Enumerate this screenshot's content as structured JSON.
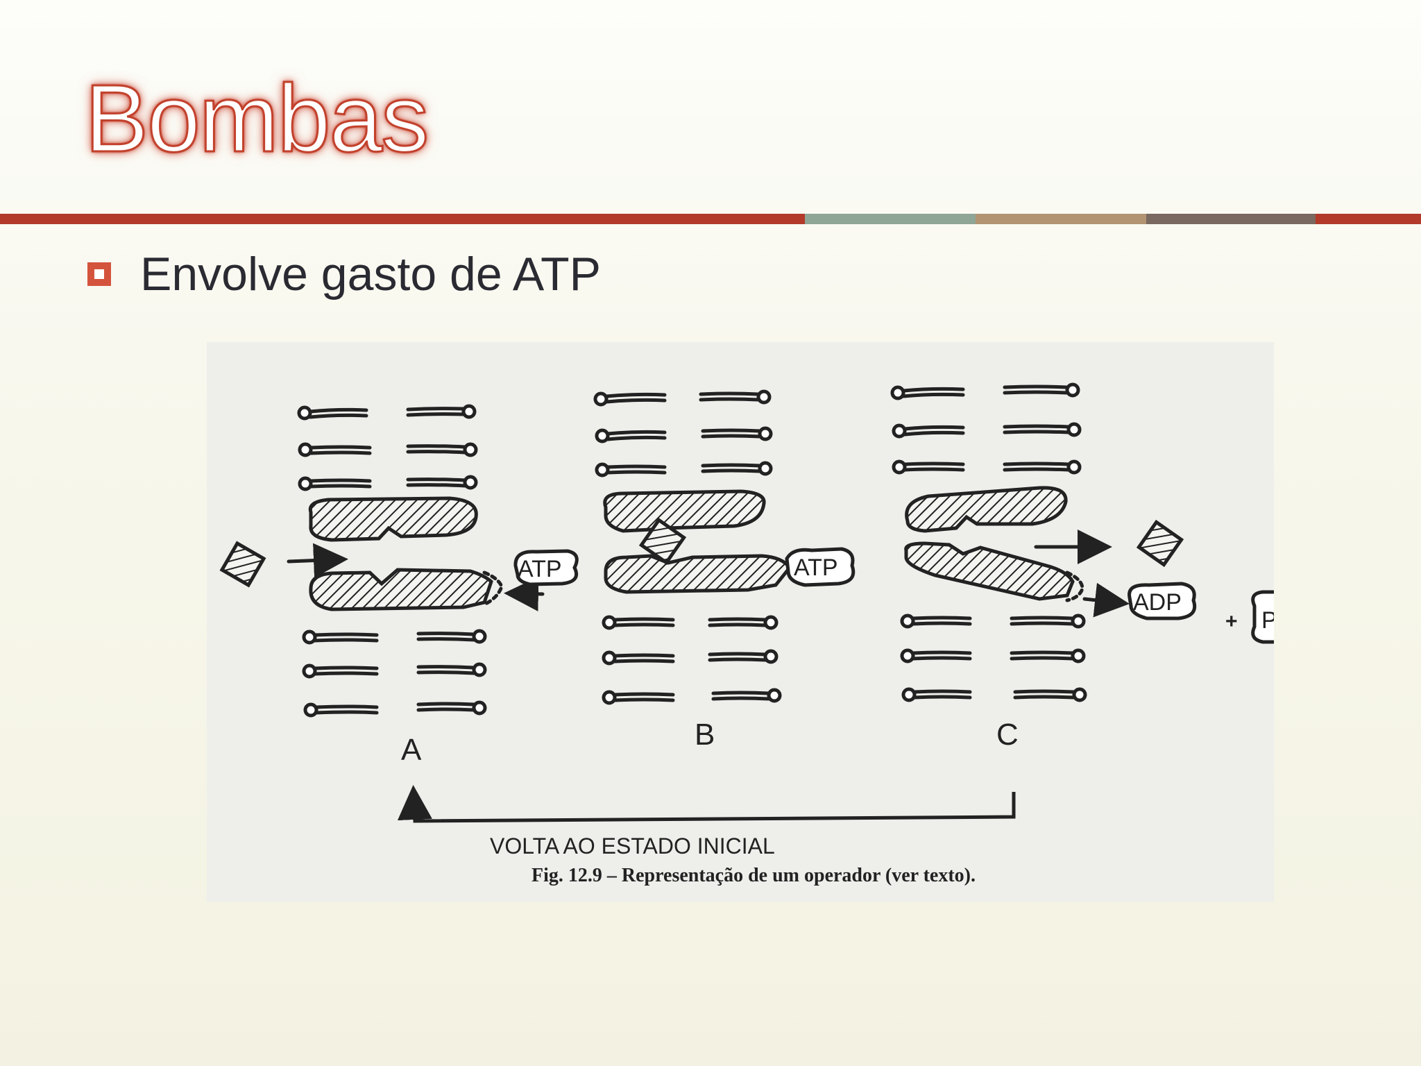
{
  "slide": {
    "title": "Bombas",
    "bullet": "Envolve gasto de ATP",
    "accent_colors": [
      "#b23a2a",
      "#8fa596",
      "#b29472",
      "#7a6961",
      "#b23a2a"
    ]
  },
  "figure": {
    "panel_labels": [
      "A",
      "B",
      "C"
    ],
    "atp_label": "ATP",
    "adp_label": "ADP",
    "pi_label": "P",
    "plus": "+",
    "return_label": "VOLTA  AO  ESTADO  INICIAL",
    "caption": "Fig. 12.9 – Representação de um operador (ver texto)."
  }
}
